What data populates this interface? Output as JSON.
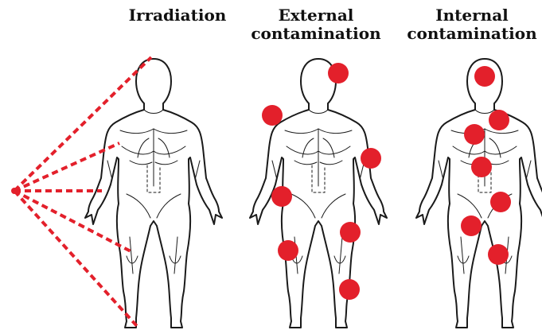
{
  "headings": {
    "irradiation": "Irradiation",
    "external_line1": "External",
    "external_line2": "contamination",
    "internal_line1": "Internal",
    "internal_line2": "contamination"
  },
  "colors": {
    "accent_red": "#e3202b",
    "outline": "#1a1a1a"
  },
  "figures": [
    {
      "name": "irradiation-figure",
      "marker": "dashed-rays"
    },
    {
      "name": "external-contamination-figure",
      "marker": "red-spots-on-skin"
    },
    {
      "name": "internal-contamination-figure",
      "marker": "red-spots-inside-body"
    }
  ]
}
